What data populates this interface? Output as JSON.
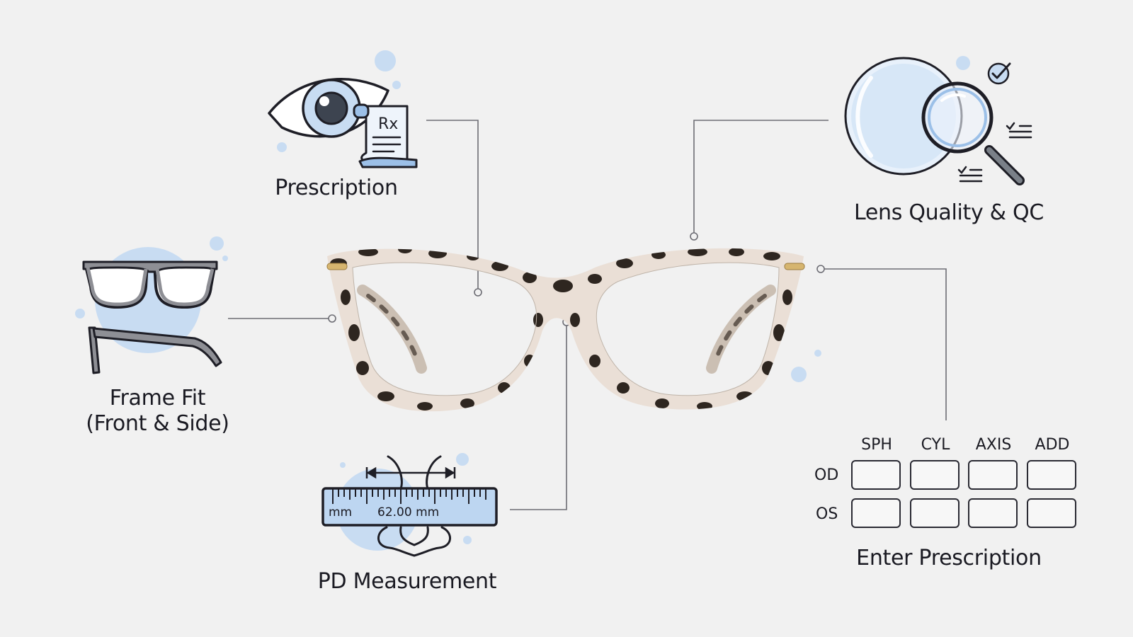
{
  "labels": {
    "prescription": "Prescription",
    "lens_quality": "Lens Quality & QC",
    "frame_fit_line1": "Frame Fit",
    "frame_fit_line2": "(Front & Side)",
    "pd_measurement": "PD Measurement",
    "enter_prescription": "Enter Prescription"
  },
  "rx_icon_text": "Rx",
  "ruler": {
    "unit": "mm",
    "reading": "62.00 mm"
  },
  "rx_table": {
    "columns": [
      "SPH",
      "CYL",
      "AXIS",
      "ADD"
    ],
    "rows": [
      "OD",
      "OS"
    ]
  },
  "colors": {
    "background": "#f1f1f1",
    "accent_blue": "#c8dcf2",
    "icon_blue": "#9cc0e8",
    "outline": "#2a2a33",
    "connector": "#6d6d74",
    "tortoise_light": "#eadfd6",
    "tortoise_dark": "#2e2620"
  }
}
